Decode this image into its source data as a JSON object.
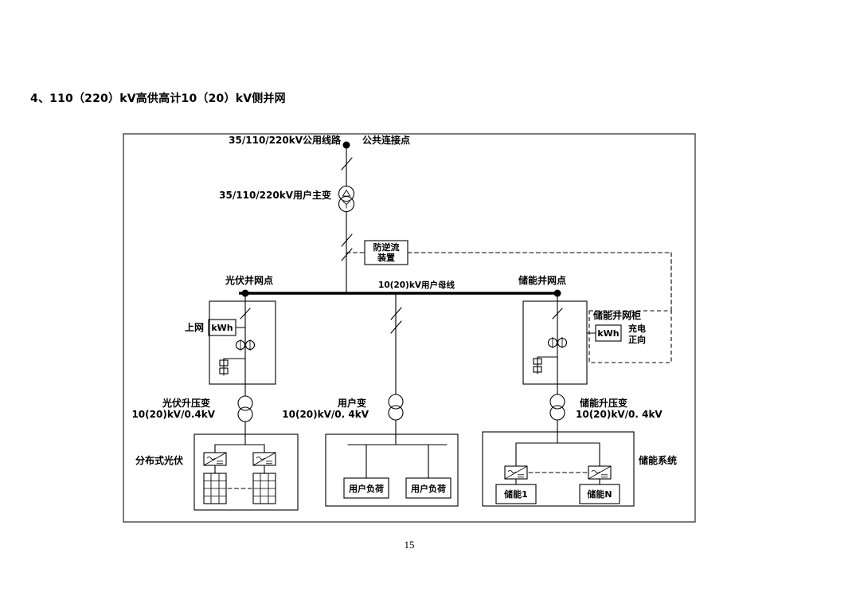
{
  "page": {
    "title": "4、110（220）kV高供高计10（20）kV侧并网",
    "page_number": "15"
  },
  "diagram": {
    "public_line_label": "35/110/220kV公用线路",
    "pcc_label": "公共连接点",
    "main_transformer_label": "35/110/220kV用户主变",
    "anti_reverse_device": {
      "line1": "防逆流",
      "line2": "装置"
    },
    "bus_label": "10(20)kV用户母线",
    "pv": {
      "poc_label": "光伏并网点",
      "to_grid_label": "上网",
      "kwh_meter": "kWh",
      "transformer_name": "光伏升压变",
      "transformer_ratio": "10(20)kV/0.4kV",
      "system_label": "分布式光伏"
    },
    "user": {
      "transformer_name": "用户变",
      "transformer_ratio": "10(20)kV/0. 4kV",
      "load1": "用户负荷",
      "load2": "用户负荷"
    },
    "ess": {
      "poc_label": "储能并网点",
      "cabinet_label": "储能并网柜",
      "kwh_meter": "kWh",
      "charge_line1": "充电",
      "charge_line2": "正向",
      "transformer_name": "储能升压变",
      "transformer_ratio": "10(20)kV/0. 4kV",
      "system_label": "储能系统",
      "unit1": "储能1",
      "unitN": "储能N"
    }
  }
}
